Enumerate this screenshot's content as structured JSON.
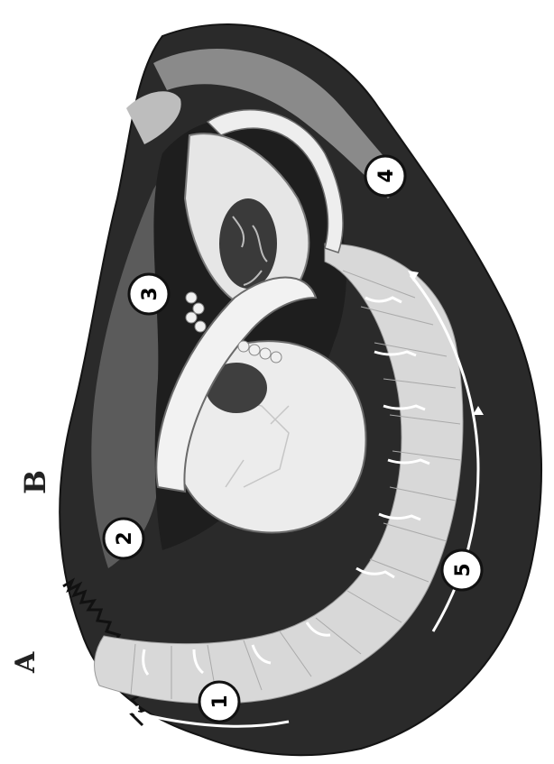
{
  "figure": {
    "letters": {
      "a": "A",
      "b": "B"
    },
    "markers": [
      "1",
      "2",
      "3",
      "4",
      "5"
    ],
    "colors": {
      "background": "#ffffff",
      "shell_edge": "#141414",
      "mantle_dark": "#3c3c3c",
      "gill_band": "#d8d8d8",
      "organ_light": "#e6e6e6",
      "arrow_white": "#ffffff"
    }
  }
}
